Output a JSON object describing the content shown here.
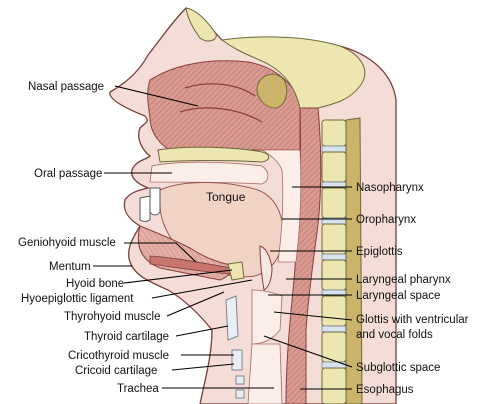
{
  "diagram": {
    "tongue_label": "Tongue",
    "labels_left": [
      {
        "id": "nasal-passage",
        "text": "Nasal passage"
      },
      {
        "id": "oral-passage",
        "text": "Oral passage"
      },
      {
        "id": "geniohyoid-muscle",
        "text": "Geniohyoid muscle"
      },
      {
        "id": "mentum",
        "text": "Mentum"
      },
      {
        "id": "hyoid-bone",
        "text": "Hyoid bone"
      },
      {
        "id": "hyoepiglottic-ligament",
        "text": "Hyoepiglottic ligament"
      },
      {
        "id": "thyrohyoid-muscle",
        "text": "Thyrohyoid muscle"
      },
      {
        "id": "thyroid-cartilage",
        "text": "Thyroid cartilage"
      },
      {
        "id": "cricothyroid-muscle",
        "text": "Cricothyroid muscle"
      },
      {
        "id": "cricoid-cartilage",
        "text": "Cricoid cartilage"
      },
      {
        "id": "trachea",
        "text": "Trachea"
      }
    ],
    "labels_right": [
      {
        "id": "nasopharynx",
        "text": "Nasopharynx"
      },
      {
        "id": "oropharynx",
        "text": "Oropharynx"
      },
      {
        "id": "epiglottis",
        "text": "Epiglottis"
      },
      {
        "id": "laryngeal-pharynx",
        "text": "Laryngeal pharynx"
      },
      {
        "id": "laryngeal-space",
        "text": "Laryngeal space"
      },
      {
        "id": "glottis",
        "text": "Glottis with ventricular",
        "text2": "and vocal folds"
      },
      {
        "id": "subglottic-space",
        "text": "Subglottic space"
      },
      {
        "id": "esophagus",
        "text": "Esophagus"
      }
    ]
  }
}
